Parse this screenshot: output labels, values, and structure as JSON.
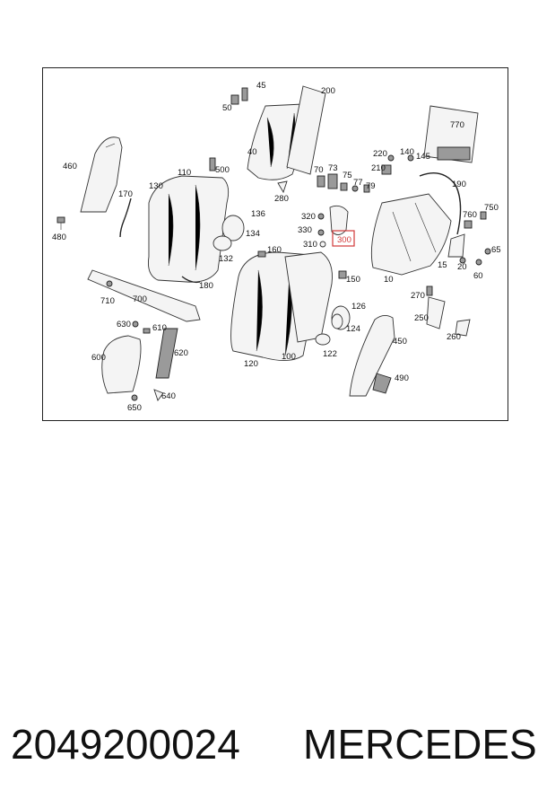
{
  "diagram": {
    "callouts": [
      "45",
      "200",
      "50",
      "40",
      "770",
      "220",
      "140",
      "145",
      "210",
      "460",
      "110",
      "500",
      "70",
      "73",
      "75",
      "77",
      "79",
      "190",
      "170",
      "130",
      "280",
      "136",
      "320",
      "760",
      "750",
      "134",
      "330",
      "300",
      "310",
      "65",
      "480",
      "132",
      "160",
      "15",
      "20",
      "60",
      "150",
      "180",
      "710",
      "700",
      "10",
      "270",
      "126",
      "630",
      "610",
      "250",
      "124",
      "260",
      "620",
      "450",
      "600",
      "120",
      "100",
      "122",
      "490",
      "640",
      "650"
    ],
    "highlighted_callout": "300",
    "highlight_color": "#d23a3a",
    "line_color": "#222222"
  },
  "caption": {
    "part_number": "2049200024",
    "brand": "MERCEDES"
  }
}
